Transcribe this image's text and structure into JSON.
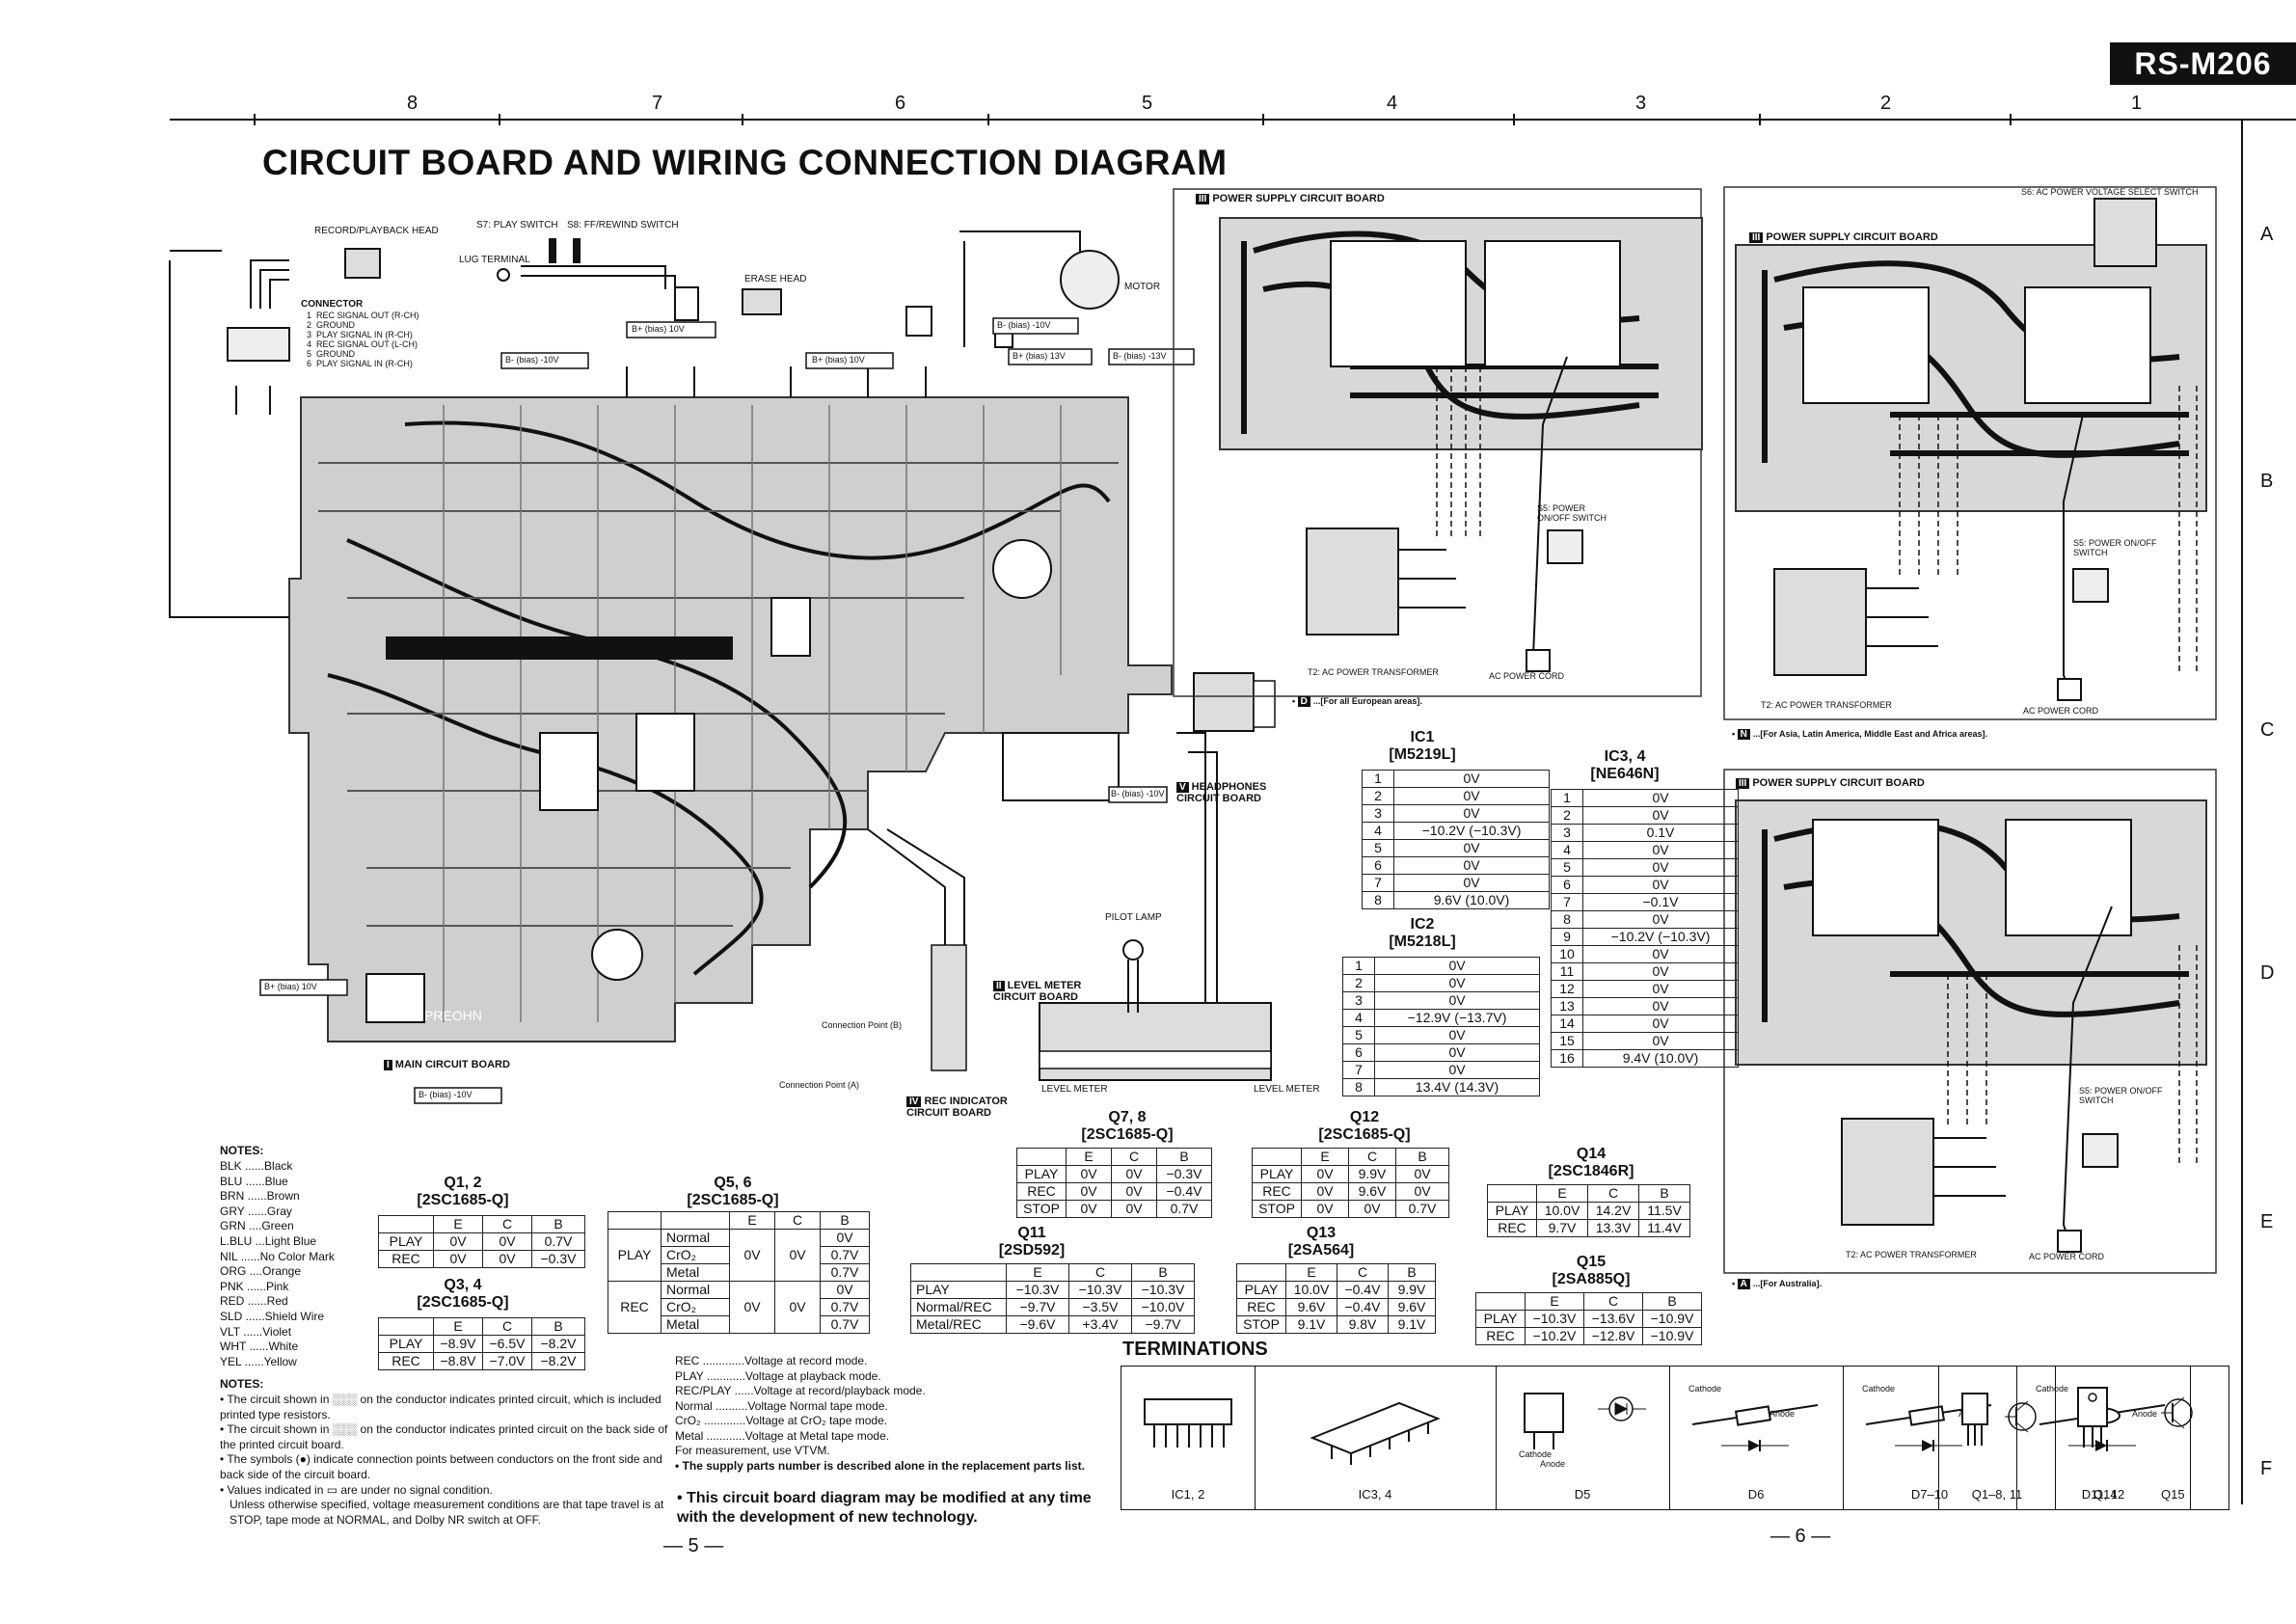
{
  "header": {
    "model": "RS-M206",
    "title": "CIRCUIT BOARD AND WIRING CONNECTION DIAGRAM",
    "column_numbers": [
      "8",
      "7",
      "6",
      "5",
      "4",
      "3",
      "2",
      "1"
    ],
    "row_letters": [
      "A",
      "B",
      "C",
      "D",
      "E",
      "F"
    ]
  },
  "main_board": {
    "label_num": "I",
    "label": "MAIN CIRCUIT BOARD",
    "record_head": "RECORD/PLAYBACK HEAD",
    "s7": "S7: PLAY SWITCH",
    "s8": "S8: FF/REWIND SWITCH",
    "lug": "LUG TERMINAL",
    "erase_head": "ERASE HEAD",
    "motor": "MOTOR",
    "connector_title": "CONNECTOR",
    "connector_pins": [
      {
        "n": "1",
        "s": "REC SIGNAL OUT (R-CH)"
      },
      {
        "n": "2",
        "s": "GROUND"
      },
      {
        "n": "3",
        "s": "PLAY SIGNAL IN (R-CH)"
      },
      {
        "n": "4",
        "s": "REC SIGNAL OUT (L-CH)"
      },
      {
        "n": "5",
        "s": "GROUND"
      },
      {
        "n": "6",
        "s": "PLAY SIGNAL IN (R-CH)"
      }
    ],
    "bias_minus": "B- (bias) -10V",
    "bias_plus": "B+ (bias) 10V",
    "bias_13": "B+ (bias) 13V",
    "bias_m13": "B- (bias) -13V",
    "conn_b": "Connection Point (B)",
    "conn_a": "Connection Point (A)"
  },
  "sub_boards": {
    "headphones_num": "V",
    "headphones": "HEADPHONES CIRCUIT BOARD",
    "level_num": "II",
    "level": "LEVEL METER CIRCUIT BOARD",
    "pilot": "PILOT LAMP",
    "level_meter": "LEVEL METER",
    "rec_ind_num": "IV",
    "rec_ind": "REC INDICATOR CIRCUIT BOARD"
  },
  "power_boards": {
    "psu_num": "III",
    "psu": "POWER SUPPLY CIRCUIT BOARD",
    "t2": "T2: AC POWER TRANSFORMER",
    "cord": "AC POWER CORD",
    "s5": "S5: POWER ON/OFF SWITCH",
    "s6": "S6: AC POWER VOLTAGE SELECT SWITCH",
    "euro": "...[For all European areas].",
    "asia": "...[For Asia, Latin America, Middle East and Africa areas].",
    "aus": "...[For Australia]."
  },
  "ic1": {
    "name": "IC1",
    "part": "[M5219L]",
    "rows": [
      [
        "1",
        "0V"
      ],
      [
        "2",
        "0V"
      ],
      [
        "3",
        "0V"
      ],
      [
        "4",
        "−10.2V (−10.3V)"
      ],
      [
        "5",
        "0V"
      ],
      [
        "6",
        "0V"
      ],
      [
        "7",
        "0V"
      ],
      [
        "8",
        "9.6V (10.0V)"
      ]
    ]
  },
  "ic2": {
    "name": "IC2",
    "part": "[M5218L]",
    "rows": [
      [
        "1",
        "0V"
      ],
      [
        "2",
        "0V"
      ],
      [
        "3",
        "0V"
      ],
      [
        "4",
        "−12.9V (−13.7V)"
      ],
      [
        "5",
        "0V"
      ],
      [
        "6",
        "0V"
      ],
      [
        "7",
        "0V"
      ],
      [
        "8",
        "13.4V (14.3V)"
      ]
    ]
  },
  "ic34": {
    "name": "IC3, 4",
    "part": "[NE646N]",
    "rows": [
      [
        "1",
        "0V"
      ],
      [
        "2",
        "0V"
      ],
      [
        "3",
        "0.1V"
      ],
      [
        "4",
        "0V"
      ],
      [
        "5",
        "0V"
      ],
      [
        "6",
        "0V"
      ],
      [
        "7",
        "−0.1V"
      ],
      [
        "8",
        "0V"
      ],
      [
        "9",
        "−10.2V (−10.3V)"
      ],
      [
        "10",
        "0V"
      ],
      [
        "11",
        "0V"
      ],
      [
        "12",
        "0V"
      ],
      [
        "13",
        "0V"
      ],
      [
        "14",
        "0V"
      ],
      [
        "15",
        "0V"
      ],
      [
        "16",
        "9.4V (10.0V)"
      ]
    ]
  },
  "q12": {
    "name": "Q1, 2",
    "part": "[2SC1685-Q]",
    "head": [
      "",
      "E",
      "C",
      "B"
    ],
    "rows": [
      [
        "PLAY",
        "0V",
        "0V",
        "0.7V"
      ],
      [
        "REC",
        "0V",
        "0V",
        "−0.3V"
      ]
    ]
  },
  "q34": {
    "name": "Q3, 4",
    "part": "[2SC1685-Q]",
    "head": [
      "",
      "E",
      "C",
      "B"
    ],
    "rows": [
      [
        "PLAY",
        "−8.9V",
        "−6.5V",
        "−8.2V"
      ],
      [
        "REC",
        "−8.8V",
        "−7.0V",
        "−8.2V"
      ]
    ]
  },
  "q56": {
    "name": "Q5, 6",
    "part": "[2SC1685-Q]",
    "head": [
      "",
      "",
      "E",
      "C",
      "B"
    ],
    "play": "PLAY",
    "rec": "REC",
    "modes": [
      "Normal",
      "CrO₂",
      "Metal"
    ],
    "e": "0V",
    "c": "0V",
    "play_b": [
      "0V",
      "0.7V",
      "0.7V"
    ],
    "rec_b": [
      "0V",
      "0.7V",
      "0.7V"
    ]
  },
  "q78": {
    "name": "Q7, 8",
    "part": "[2SC1685-Q]",
    "head": [
      "",
      "E",
      "C",
      "B"
    ],
    "rows": [
      [
        "PLAY",
        "0V",
        "0V",
        "−0.3V"
      ],
      [
        "REC",
        "0V",
        "0V",
        "−0.4V"
      ],
      [
        "STOP",
        "0V",
        "0V",
        "0.7V"
      ]
    ]
  },
  "q11": {
    "name": "Q11",
    "part": "[2SD592]",
    "head": [
      "",
      "E",
      "C",
      "B"
    ],
    "rows": [
      [
        "PLAY",
        "−10.3V",
        "−10.3V",
        "−10.3V"
      ],
      [
        "Normal/REC",
        "−9.7V",
        "−3.5V",
        "−10.0V"
      ],
      [
        "Metal/REC",
        "−9.6V",
        "+3.4V",
        "−9.7V"
      ]
    ]
  },
  "q12t": {
    "name": "Q12",
    "part": "[2SC1685-Q]",
    "head": [
      "",
      "E",
      "C",
      "B"
    ],
    "rows": [
      [
        "PLAY",
        "0V",
        "9.9V",
        "0V"
      ],
      [
        "REC",
        "0V",
        "9.6V",
        "0V"
      ],
      [
        "STOP",
        "0V",
        "0V",
        "0.7V"
      ]
    ]
  },
  "q13": {
    "name": "Q13",
    "part": "[2SA564]",
    "head": [
      "",
      "E",
      "C",
      "B"
    ],
    "rows": [
      [
        "PLAY",
        "10.0V",
        "−0.4V",
        "9.9V"
      ],
      [
        "REC",
        "9.6V",
        "−0.4V",
        "9.6V"
      ],
      [
        "STOP",
        "9.1V",
        "9.8V",
        "9.1V"
      ]
    ]
  },
  "q14": {
    "name": "Q14",
    "part": "[2SC1846R]",
    "head": [
      "",
      "E",
      "C",
      "B"
    ],
    "rows": [
      [
        "PLAY",
        "10.0V",
        "14.2V",
        "11.5V"
      ],
      [
        "REC",
        "9.7V",
        "13.3V",
        "11.4V"
      ]
    ]
  },
  "q15": {
    "name": "Q15",
    "part": "[2SA885Q]",
    "head": [
      "",
      "E",
      "C",
      "B"
    ],
    "rows": [
      [
        "PLAY",
        "−10.3V",
        "−13.6V",
        "−10.9V"
      ],
      [
        "REC",
        "−10.2V",
        "−12.8V",
        "−10.9V"
      ]
    ]
  },
  "notes": {
    "title": "NOTES:",
    "colors": [
      "BLK ......Black",
      "BLU ......Blue",
      "BRN ......Brown",
      "GRY ......Gray",
      "GRN ....Green",
      "L.BLU ...Light Blue",
      "NIL ......No Color Mark",
      "ORG ....Orange",
      "PNK ......Pink",
      "RED ......Red",
      "SLD ......Shield Wire",
      "VLT ......Violet",
      "WHT ......White",
      "YEL ......Yellow"
    ],
    "title2": "NOTES:",
    "items": [
      "• The circuit shown in ░░░ on the conductor indicates printed circuit, which is included printed type resistors.",
      "• The circuit shown in ░░░ on the conductor indicates printed circuit on the back side of the printed circuit board.",
      "• The symbols (●) indicate connection points between conductors on the front side and back side of the circuit board.",
      "• Values indicated in ▭ are under no signal condition.",
      "Unless otherwise specified, voltage measurement conditions are that tape travel is at STOP, tape mode at NORMAL, and Dolby NR switch at OFF."
    ],
    "volt": [
      "REC .............Voltage at record mode.",
      "PLAY ............Voltage at playback mode.",
      "REC/PLAY ......Voltage at record/playback mode.",
      "Normal ..........Voltage Normal tape mode.",
      "CrO₂ .............Voltage at CrO₂ tape mode.",
      "Metal ............Voltage at Metal tape mode.",
      "For measurement, use VTVM.",
      "• The supply parts number is described alone in the replacement parts list."
    ],
    "modify": "• This circuit board diagram may be modified at any time with the development of new technology."
  },
  "terminations": {
    "title": "TERMINATIONS",
    "cells": [
      "IC1, 2",
      "IC3, 4",
      "D5",
      "D6",
      "D7–10",
      "D11, 12",
      "Q1–8, 11",
      "Q14",
      "Q15"
    ],
    "cathode": "Cathode",
    "anode": "Anode"
  },
  "pages": {
    "left": "— 5 —",
    "right": "— 6 —"
  }
}
